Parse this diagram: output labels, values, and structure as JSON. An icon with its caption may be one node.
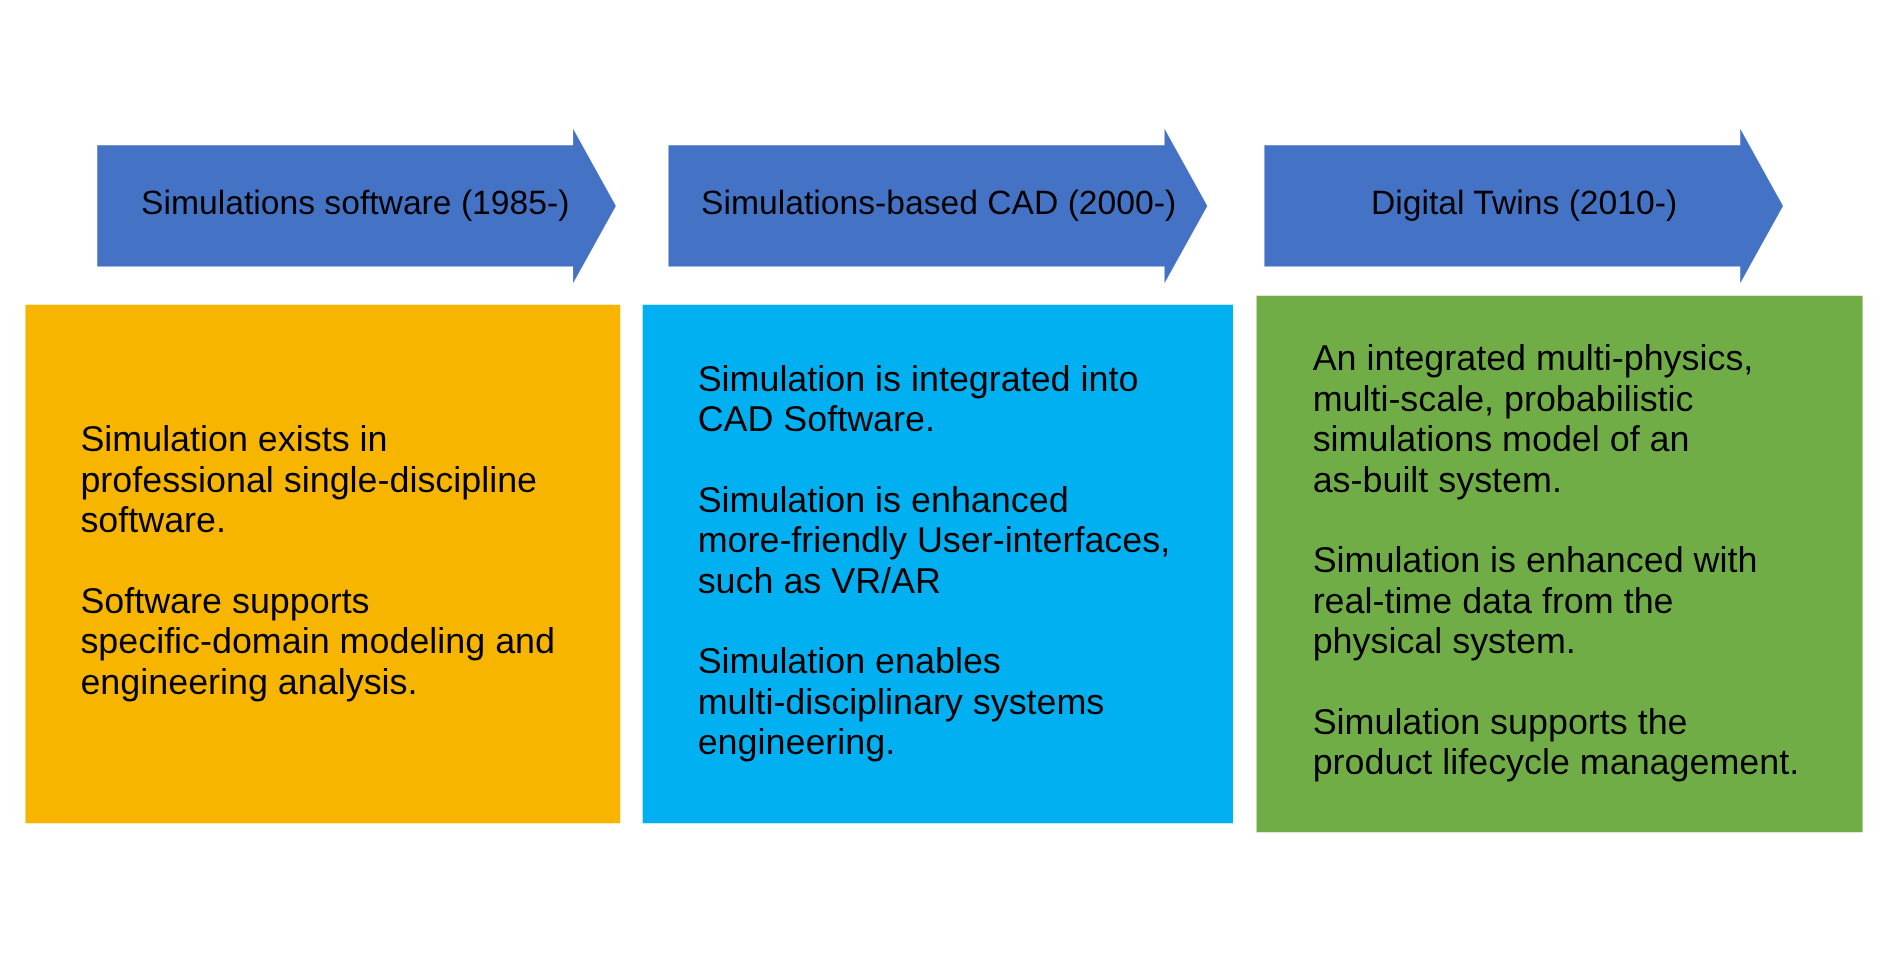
{
  "diagram": {
    "nodes": [
      {
        "text": [
          "Simulations software (1985-)"
        ]
      },
      {
        "text": [
          "Simulation exists in professional single-discipline software.",
          "Software supports specific-domain modeling and engineering analysis."
        ]
      },
      {
        "text": [
          "Simulations-based CAD (2000-)"
        ]
      },
      {
        "text": [
          "Simulation is integrated into CAD Software.",
          "Simulation is enhanced more-friendly User-interfaces, such as VR/AR",
          "Simulation enables multi-disciplinary systems engineering."
        ]
      },
      {
        "text": [
          "Digital Twins (2010-)"
        ]
      },
      {
        "text": [
          "An integrated multi-physics, multi-scale, probabilistic simulations model of an as-built system.",
          "Simulation is enhanced with real-time data from the physical system.",
          "Simulation supports the product lifecycle management."
        ]
      }
    ],
    "edges": []
  }
}
